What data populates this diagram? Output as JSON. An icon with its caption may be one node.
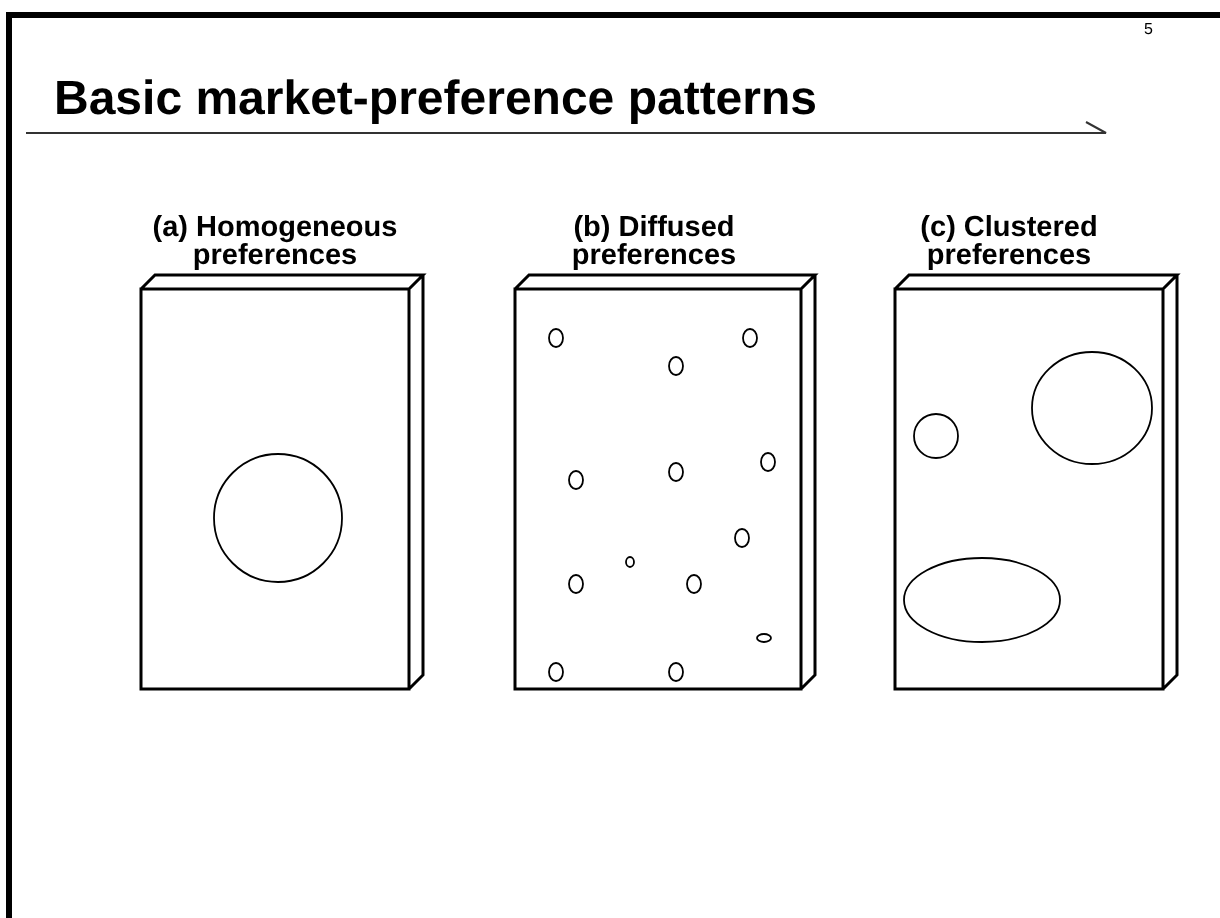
{
  "diagram": {
    "title": "Basic market-preference patterns",
    "nodes": [
      {
        "text": [
          "(a) Homogeneous preferences"
        ]
      },
      {
        "text": [
          "(b) Diffused preferences"
        ]
      },
      {
        "text": [
          "(c) Clustered preferences"
        ]
      }
    ],
    "labels": [
      "5"
    ]
  }
}
